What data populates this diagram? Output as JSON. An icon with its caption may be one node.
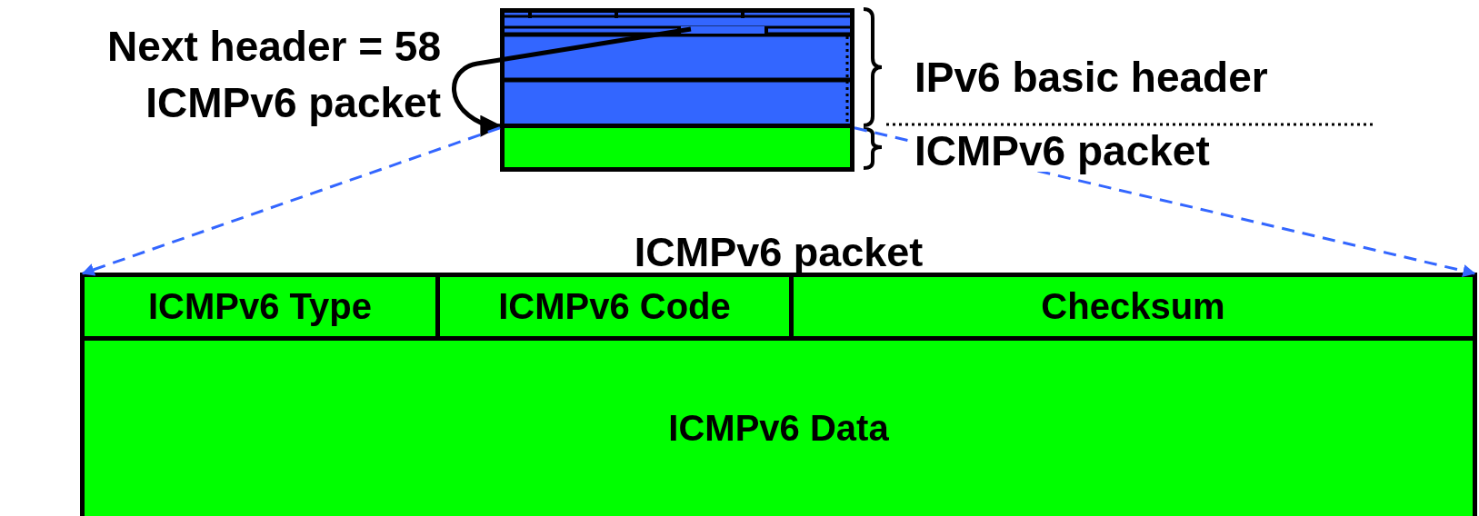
{
  "diagram": {
    "nodes": [
      {
        "text": [],
        "shape": "box"
      },
      {
        "text": [],
        "shape": "box",
        "in": 0
      },
      {
        "text": [],
        "shape": "box"
      },
      {
        "text": [
          "ICMPv6 packet"
        ]
      },
      {
        "text": [
          "ICMPv6 Type"
        ],
        "in": 3
      },
      {
        "text": [
          "ICMPv6 Code"
        ],
        "in": 3
      },
      {
        "text": [
          "Checksum"
        ],
        "in": 3
      },
      {
        "text": [
          "ICMPv6 Data"
        ],
        "in": 3
      }
    ],
    "edges": [
      {
        "from": 1,
        "to": 2,
        "arrow": "to",
        "color": "#000000"
      },
      {
        "from": 2,
        "to": 3,
        "arrow": "to",
        "style": "dashed",
        "color": "#3366ff"
      },
      {
        "from": 2,
        "to": 3,
        "arrow": "to",
        "style": "dashed",
        "color": "#3366ff"
      }
    ],
    "labels": [
      "Next header = 58",
      "IPv6 basic header",
      "ICMPv6 packet",
      "ICMPv6 packet"
    ]
  }
}
